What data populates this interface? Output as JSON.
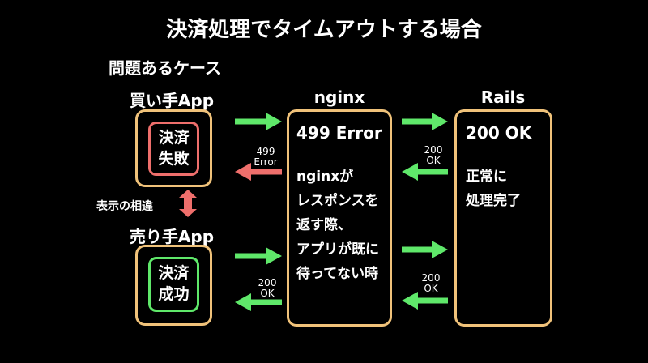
{
  "title": "決済処理でタイムアウトする場合",
  "subtitle": "問題あるケース",
  "labels": {
    "buyer_app": "買い手App",
    "nginx": "nginx",
    "rails": "Rails",
    "seller_app": "売り手App"
  },
  "buyer_status": "決済\n失敗",
  "seller_status": "決済\n成功",
  "nginx_status": "499 Error",
  "nginx_note": "nginxが\nレスポンスを\n返す際、\nアプリが既に\n待ってない時",
  "rails_status": "200 OK",
  "rails_note": "正常に\n処理完了",
  "arrow_labels": {
    "buyer_response": "499\nError",
    "rails_to_nginx_top": "200\nOK",
    "nginx_to_seller": "200\nOK",
    "rails_to_nginx_bottom": "200\nOK"
  },
  "discrepancy_label": "表示の相違",
  "colors": {
    "box_border": "#f0c27a",
    "failure": "#ef6f6c",
    "success": "#5fe86a",
    "background": "#000000"
  }
}
